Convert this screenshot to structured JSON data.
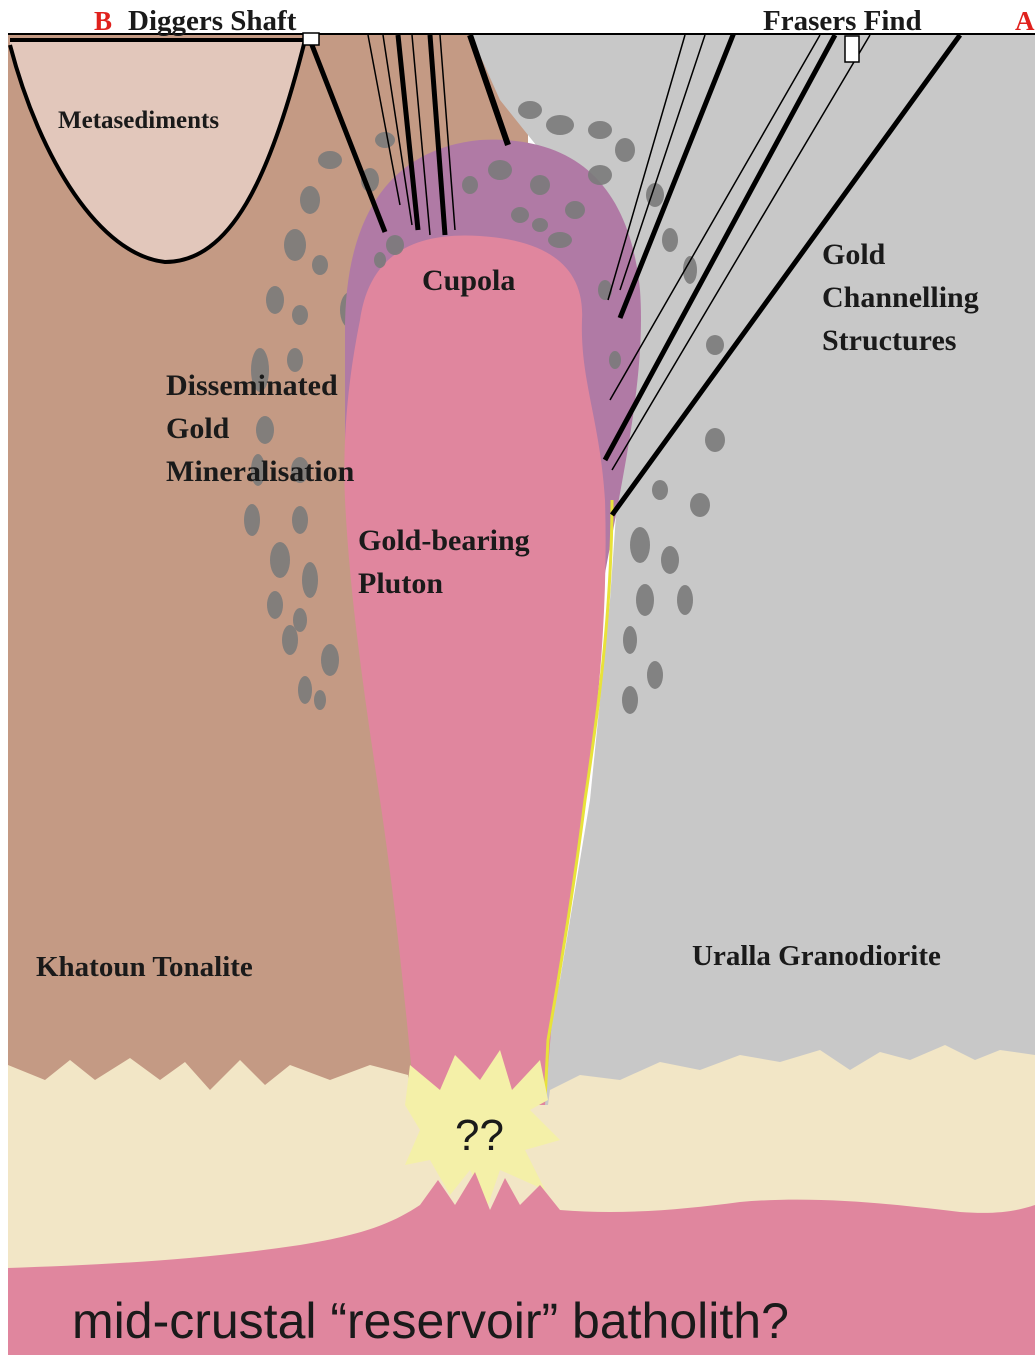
{
  "header": {
    "left_marker": "B",
    "left_site": "Diggers Shaft",
    "right_site": "Frasers Find",
    "right_marker": "A"
  },
  "units": {
    "metasediments": "Metasediments",
    "cupola": "Cupola",
    "gold_channelling": [
      "Gold",
      "Channelling",
      "Structures"
    ],
    "disseminated": [
      "Disseminated",
      "Gold",
      "Mineralisation"
    ],
    "pluton": [
      "Gold-bearing",
      "Pluton"
    ],
    "khatoun": "Khatoun Tonalite",
    "uralla": "Uralla Granodiorite",
    "unknown": "??",
    "batholith": "mid-crustal “reservoir” batholith?"
  },
  "colors": {
    "khatoun_tonalite": "#c49a84",
    "uralla_granodiorite": "#c8c8c8",
    "metasediments": "#e2c7bb",
    "pluton": "#e0869e",
    "alteration_halo": "#b07aa5",
    "cream_layer": "#f2e6c6",
    "mineralisation_spots": "#7b7b7b",
    "label_red": "#e0211d"
  }
}
